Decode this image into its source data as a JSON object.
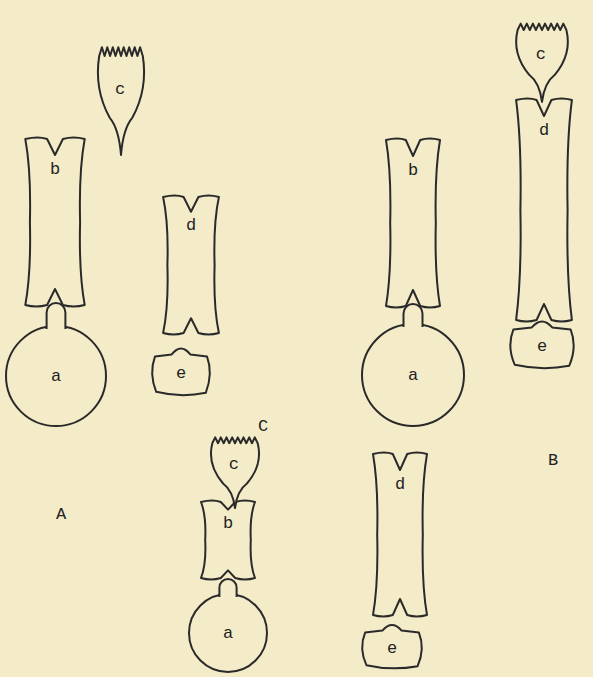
{
  "diagram": {
    "nodes": [
      {
        "text": [
          "a"
        ]
      },
      {
        "text": [
          "b"
        ]
      },
      {
        "text": [
          "c"
        ]
      },
      {
        "text": [
          "d"
        ]
      },
      {
        "text": [
          "e"
        ]
      },
      {
        "text": [
          "a"
        ]
      },
      {
        "text": [
          "b"
        ]
      },
      {
        "text": [
          "c"
        ]
      },
      {
        "text": [
          "d"
        ]
      },
      {
        "text": [
          "e"
        ]
      },
      {
        "text": [
          "a"
        ]
      },
      {
        "text": [
          "b"
        ]
      },
      {
        "text": [
          "c"
        ]
      },
      {
        "text": [
          "d"
        ]
      },
      {
        "text": [
          "e"
        ]
      }
    ],
    "labels": [
      "A",
      "B",
      "C"
    ]
  }
}
